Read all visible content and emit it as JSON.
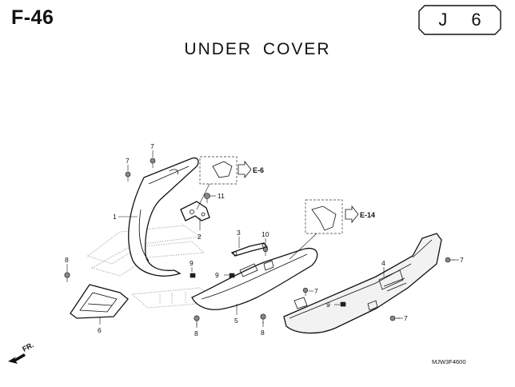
{
  "figure_code": "F-46",
  "section_badge": "J 6",
  "title": "UNDER COVER",
  "drawing_code": "MJW3F4600",
  "direction_label": "FR.",
  "references": [
    "E-6",
    "E-14"
  ],
  "callouts": {
    "c1": "1",
    "c2": "2",
    "c3": "3",
    "c4": "4",
    "c5": "5",
    "c6": "6",
    "c7a": "7",
    "c7b": "7",
    "c7c": "7",
    "c7d": "7",
    "c7e": "7",
    "c8a": "8",
    "c8b": "8",
    "c8c": "8",
    "c9a": "9",
    "c9b": "9",
    "c9c": "9",
    "c10": "10",
    "c11": "11"
  }
}
